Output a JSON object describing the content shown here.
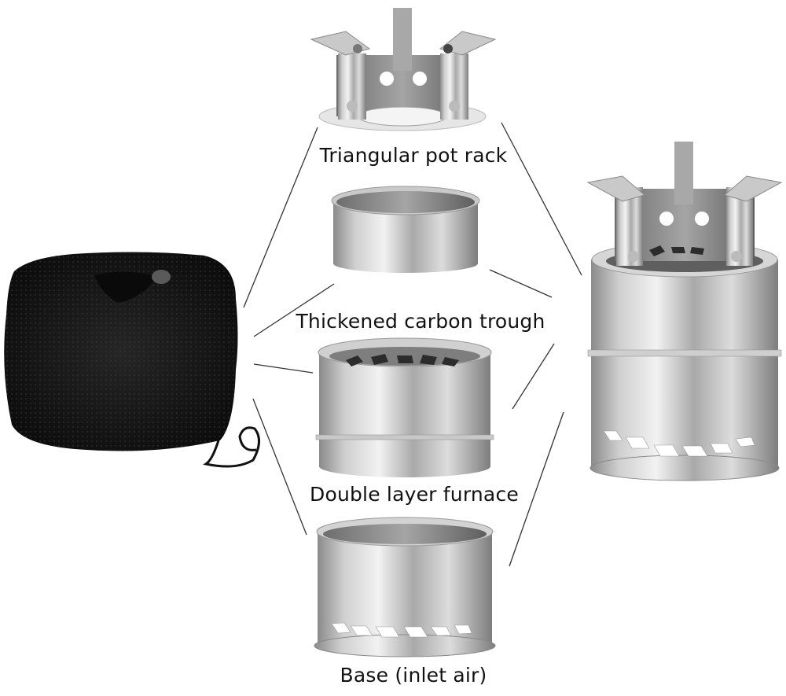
{
  "diagram": {
    "colors": {
      "background": "#ffffff",
      "label_text": "#111111",
      "connector_line": "#333333",
      "steel_light": "#eeeeee",
      "steel_mid": "#b8b8b8",
      "steel_dark": "#6e6e6e",
      "mesh_bag": "#141414"
    },
    "components": [
      {
        "id": "pot-rack",
        "label": "Triangular pot rack"
      },
      {
        "id": "carbon-trough",
        "label": "Thickened carbon trough"
      },
      {
        "id": "furnace",
        "label": "Double layer furnace"
      },
      {
        "id": "base",
        "label": "Base (inlet air)"
      }
    ],
    "left_item": {
      "id": "mesh-storage-bag",
      "description": "black mesh drawstring storage bag"
    },
    "right_item": {
      "id": "assembled-stove",
      "description": "assembled stainless steel wood stove"
    }
  }
}
